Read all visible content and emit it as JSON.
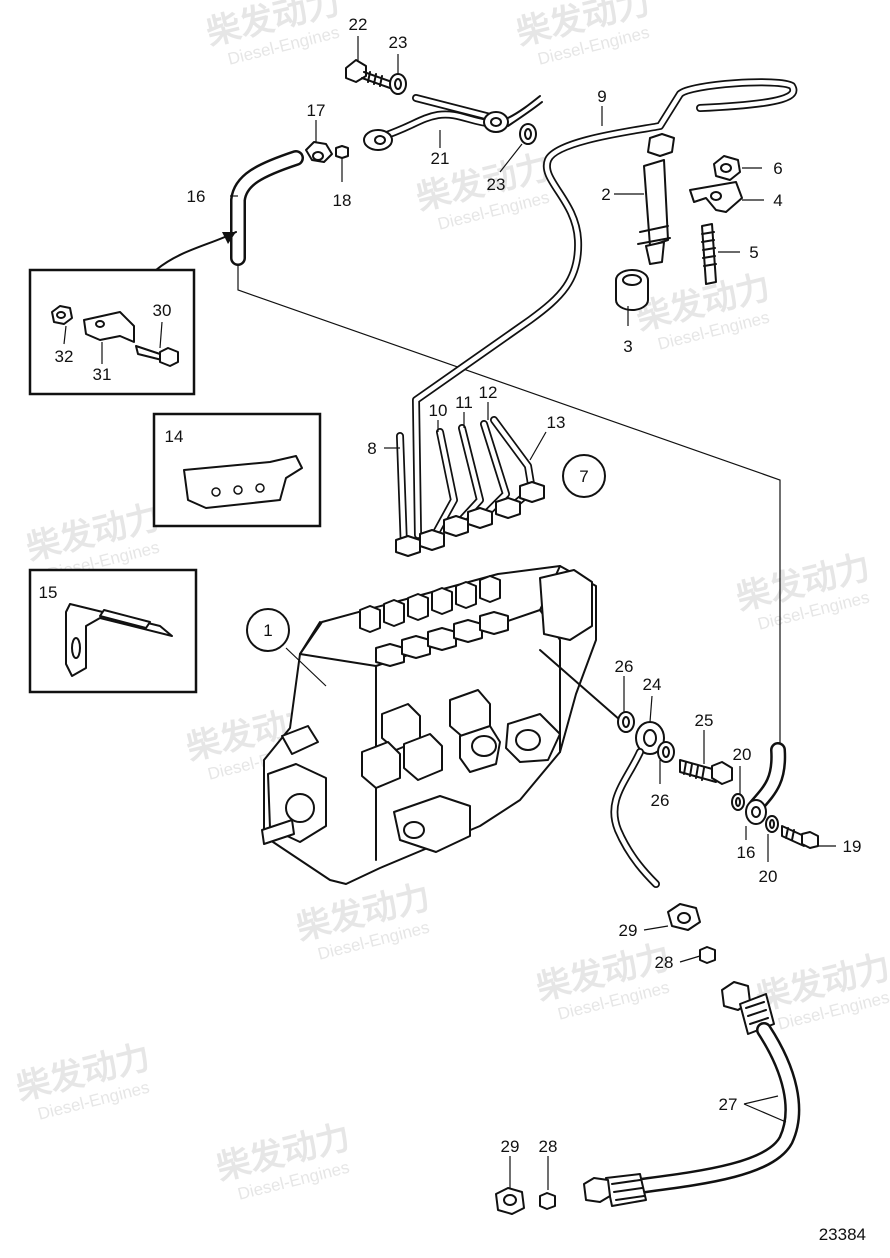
{
  "watermark": {
    "brand_cn": "柴发动力",
    "brand_en": "Diesel-Engines"
  },
  "drawing_number": "23384",
  "callouts": [
    {
      "id": "c1",
      "text": "1",
      "circled": true
    },
    {
      "id": "c2",
      "text": "2"
    },
    {
      "id": "c3",
      "text": "3"
    },
    {
      "id": "c4",
      "text": "4"
    },
    {
      "id": "c5",
      "text": "5"
    },
    {
      "id": "c6",
      "text": "6"
    },
    {
      "id": "c7",
      "text": "7",
      "circled": true
    },
    {
      "id": "c8",
      "text": "8"
    },
    {
      "id": "c9",
      "text": "9"
    },
    {
      "id": "c10",
      "text": "10"
    },
    {
      "id": "c11",
      "text": "11"
    },
    {
      "id": "c12",
      "text": "12"
    },
    {
      "id": "c13",
      "text": "13"
    },
    {
      "id": "c14",
      "text": "14"
    },
    {
      "id": "c15",
      "text": "15"
    },
    {
      "id": "c16a",
      "text": "16"
    },
    {
      "id": "c16b",
      "text": "16"
    },
    {
      "id": "c17",
      "text": "17"
    },
    {
      "id": "c18",
      "text": "18"
    },
    {
      "id": "c19",
      "text": "19"
    },
    {
      "id": "c20a",
      "text": "20"
    },
    {
      "id": "c20b",
      "text": "20"
    },
    {
      "id": "c21",
      "text": "21"
    },
    {
      "id": "c22",
      "text": "22"
    },
    {
      "id": "c23a",
      "text": "23"
    },
    {
      "id": "c23b",
      "text": "23"
    },
    {
      "id": "c24",
      "text": "24"
    },
    {
      "id": "c25",
      "text": "25"
    },
    {
      "id": "c26a",
      "text": "26"
    },
    {
      "id": "c26b",
      "text": "26"
    },
    {
      "id": "c27",
      "text": "27"
    },
    {
      "id": "c28a",
      "text": "28"
    },
    {
      "id": "c28b",
      "text": "28"
    },
    {
      "id": "c29a",
      "text": "29"
    },
    {
      "id": "c29b",
      "text": "29"
    },
    {
      "id": "c30",
      "text": "30"
    },
    {
      "id": "c31",
      "text": "31"
    },
    {
      "id": "c32",
      "text": "32"
    }
  ]
}
